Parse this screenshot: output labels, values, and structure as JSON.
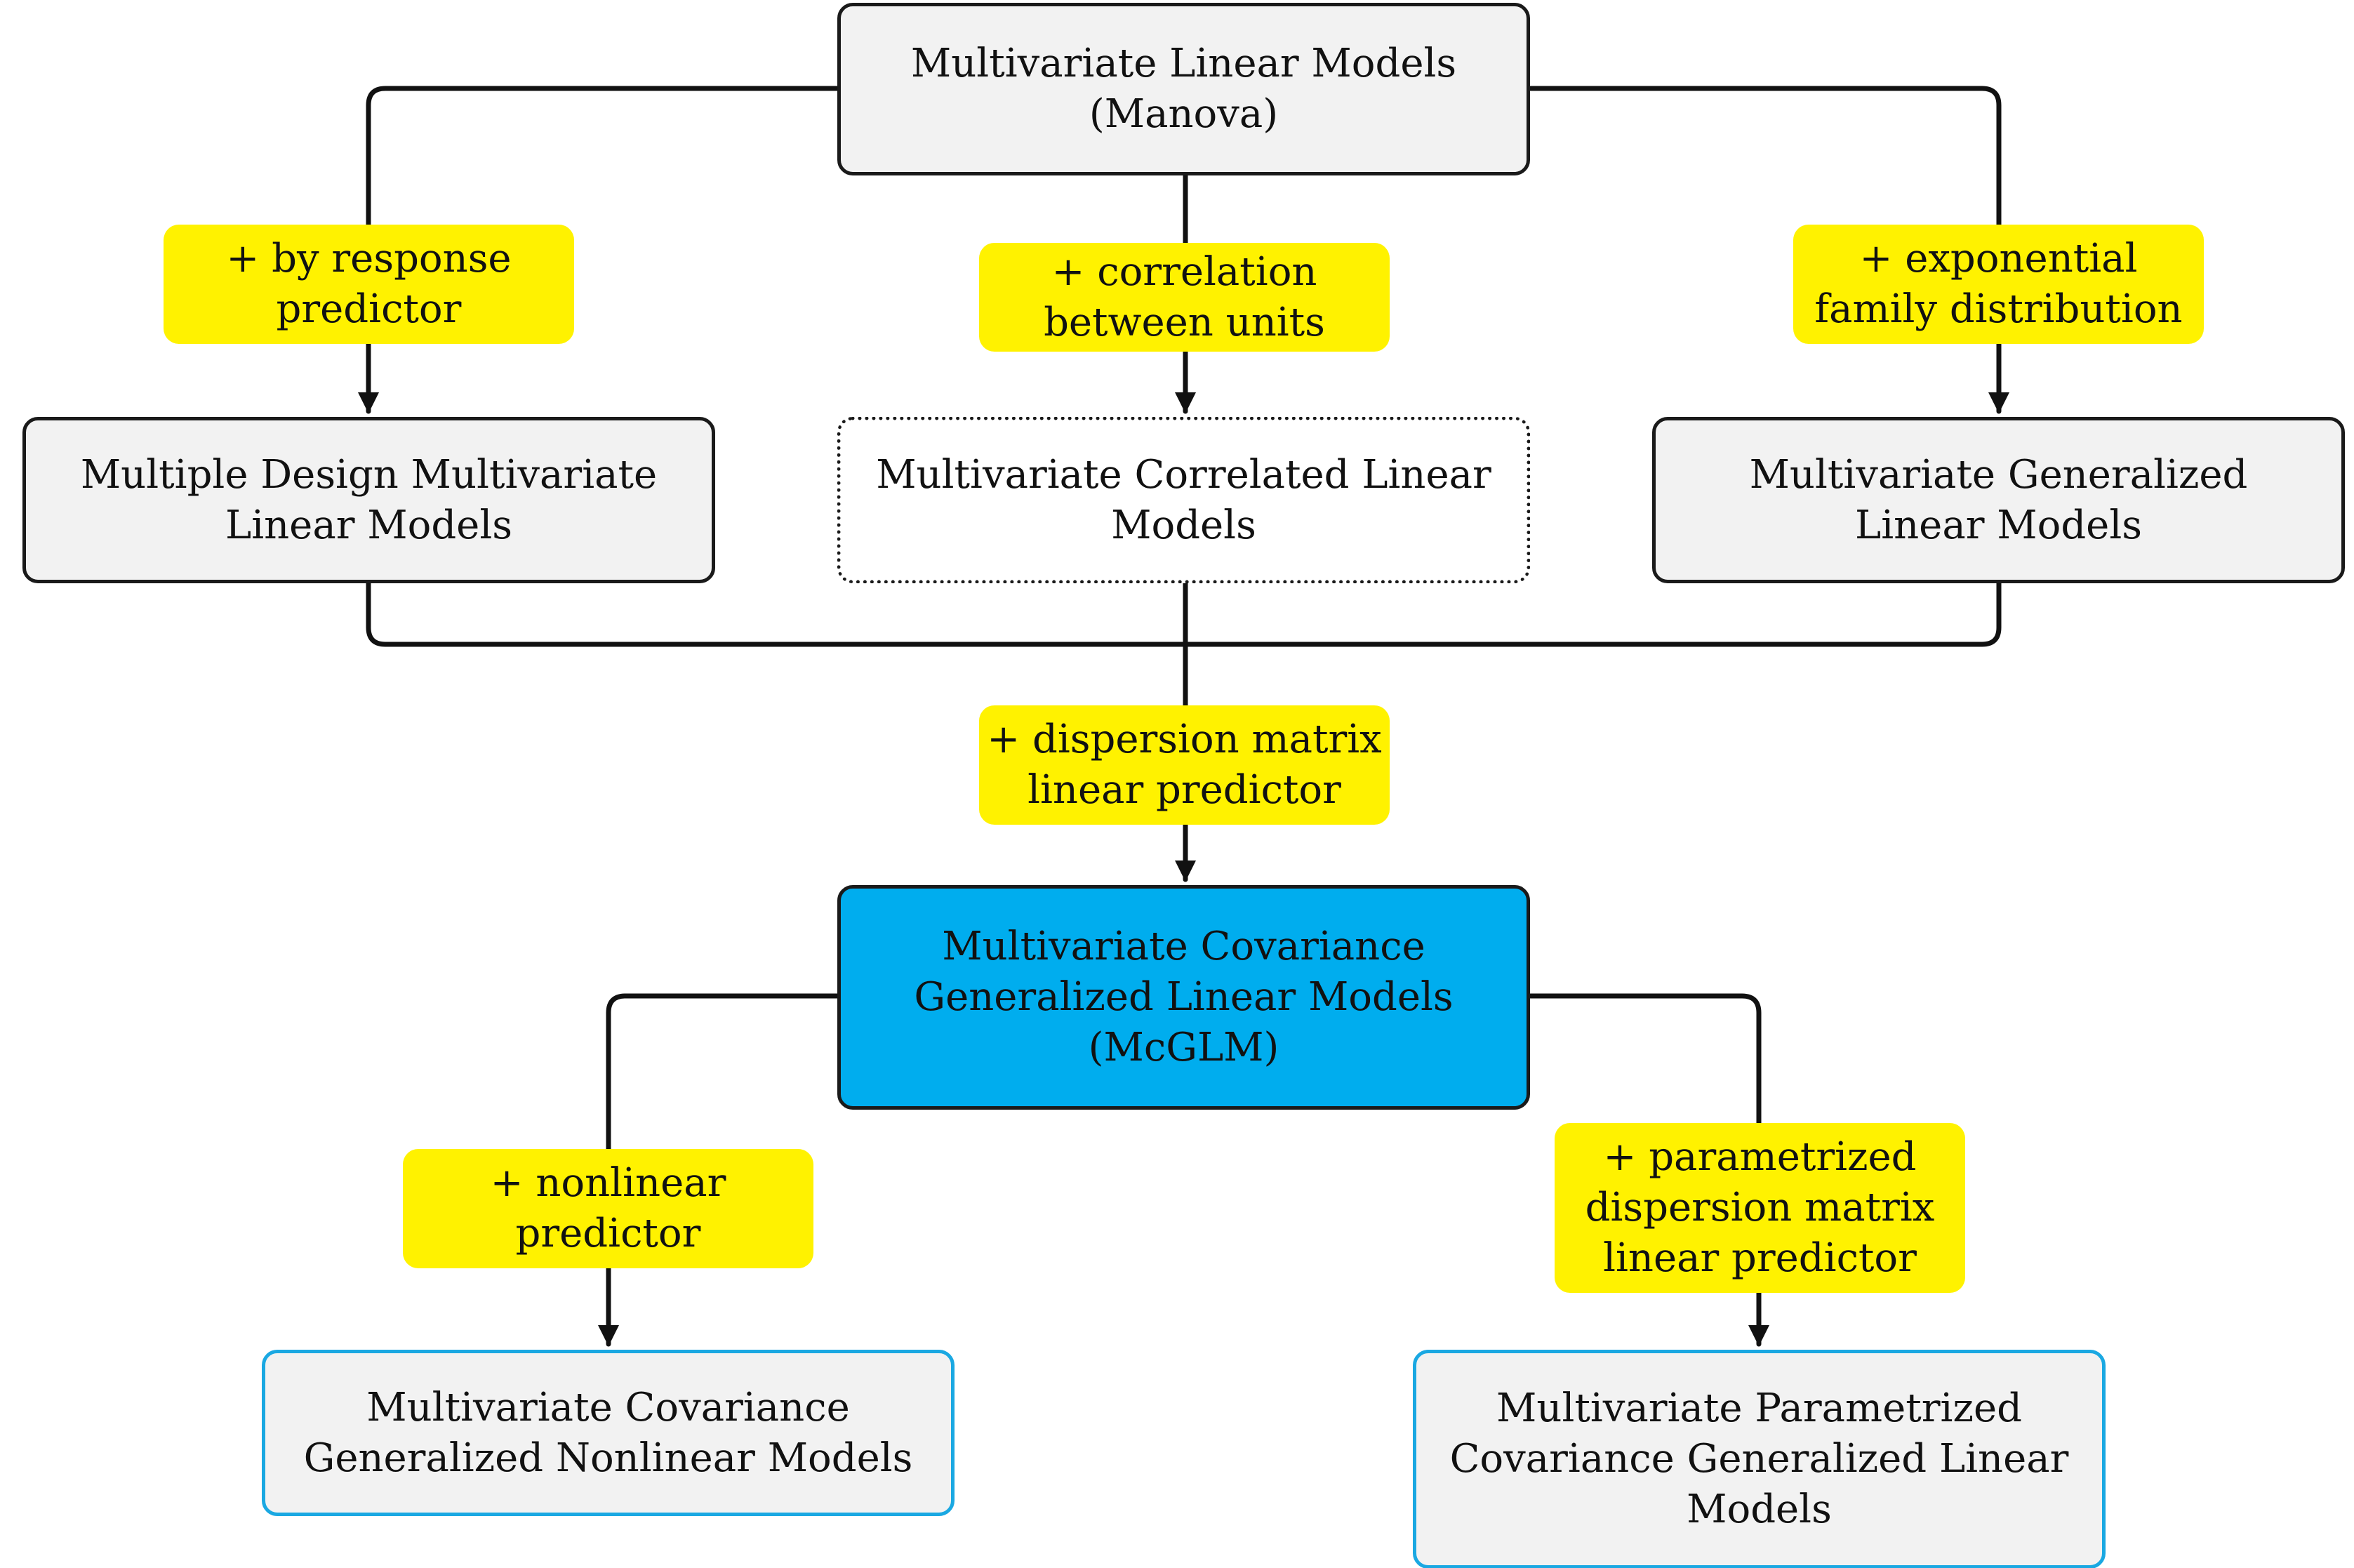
{
  "colors": {
    "node_fill": "#f2f2f2",
    "node_border": "#1a1a1a",
    "central_fill": "#00adee",
    "leaf_border": "#1aa8e2",
    "label_fill": "#fff200",
    "edge": "#111111"
  },
  "nodes": {
    "manova": "Multivariate Linear Models\n(Manova)",
    "multiple_design": "Multiple Design Multivariate\nLinear Models",
    "correlated": "Multivariate Correlated Linear\nModels",
    "generalized": "Multivariate Generalized\nLinear Models",
    "mcglm": "Multivariate Covariance\nGeneralized Linear Models\n(McGLM)",
    "nonlinear": "Multivariate Covariance\nGeneralized Nonlinear Models",
    "parametrized": "Multivariate Parametrized\nCovariance Generalized Linear\nModels"
  },
  "edge_labels": {
    "by_response": "+ by response\npredictor",
    "correlation": "+ correlation\nbetween units",
    "exponential": "+ exponential\nfamily distribution",
    "dispersion": "+ dispersion matrix\nlinear predictor",
    "nonlinear_pred": "+ nonlinear\npredictor",
    "parametrized_disp": "+ parametrized\ndispersion matrix\nlinear predictor"
  }
}
